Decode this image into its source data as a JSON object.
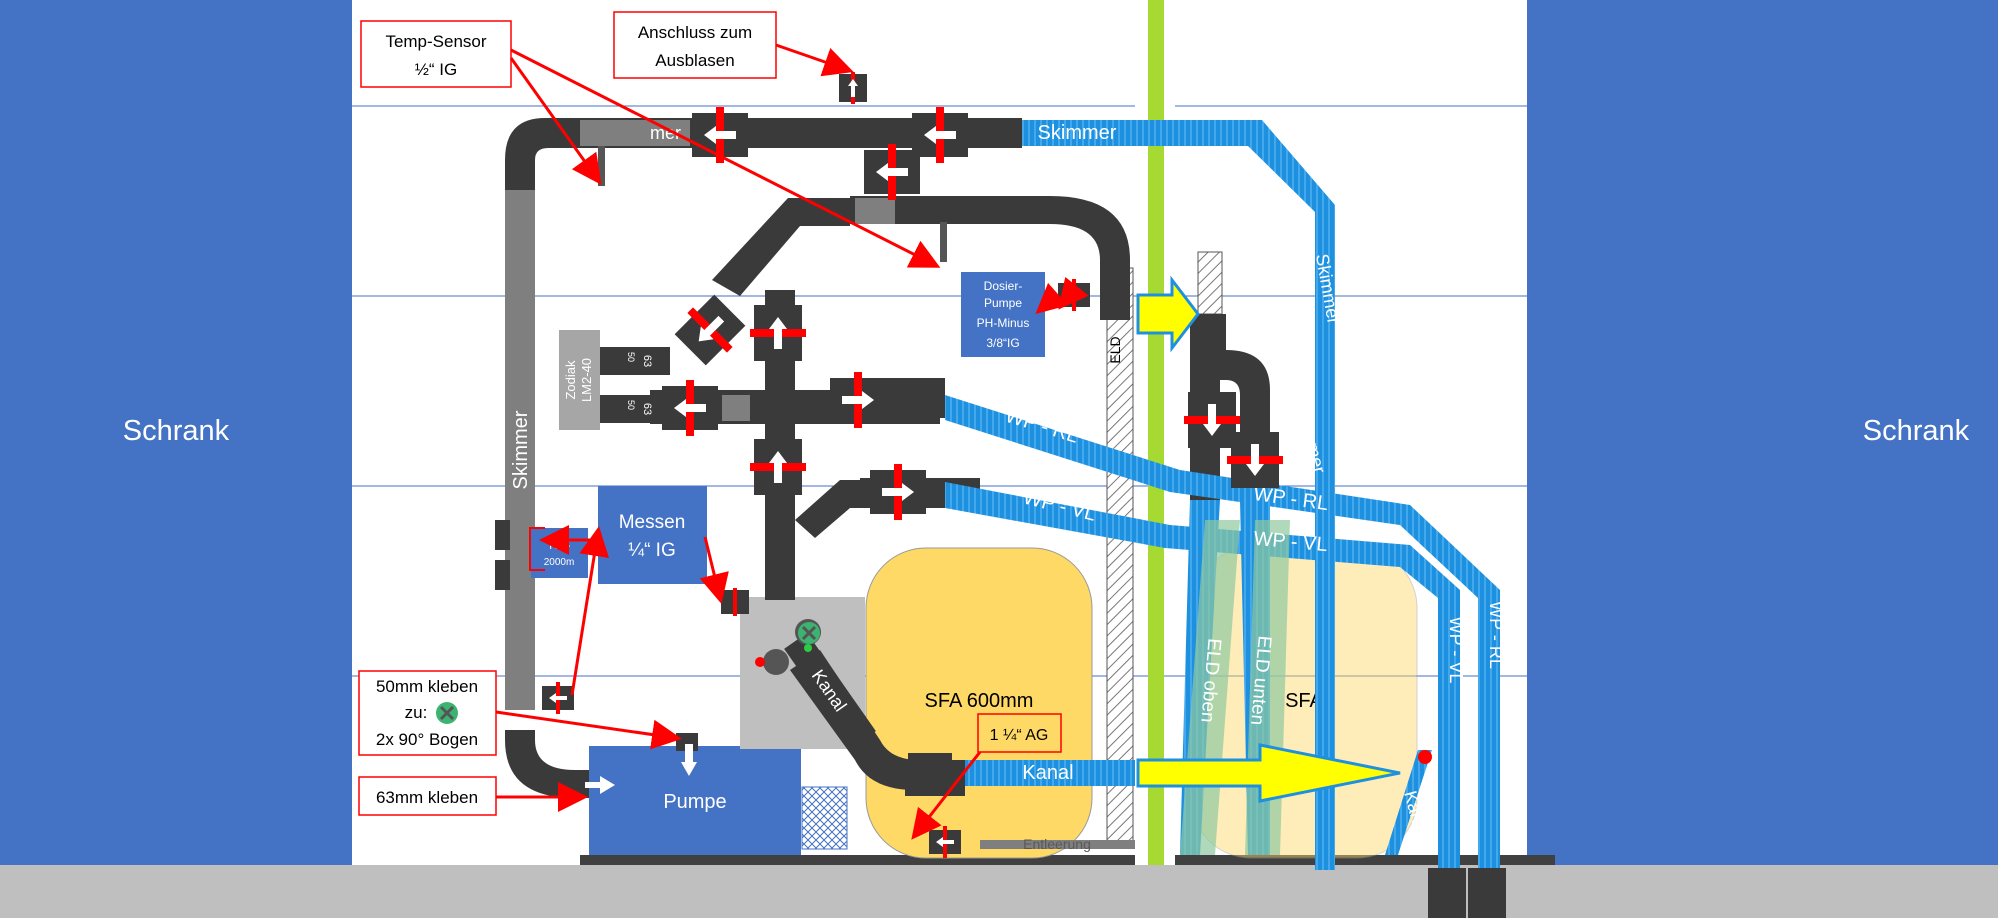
{
  "labels": {
    "schrank_left": "Schrank",
    "schrank_right": "Schrank",
    "temp_sensor_line1": "Temp-Sensor",
    "temp_sensor_line2": "½“ IG",
    "anschluss_line1": "Anschluss zum",
    "anschluss_line2": "Ausblasen",
    "dosier_line1": "Dosier-",
    "dosier_line2": "Pumpe",
    "dosier_line3": "PH-Minus",
    "dosier_line4": "3/8“IG",
    "zodiak_line1": "Zodiak",
    "zodiak_line2": "LM2-40",
    "tuf_line1": "TUF-",
    "tuf_line2": "2000m",
    "messen_line1": "Messen",
    "messen_line2": "¼“ IG",
    "kleben50_line1": "50mm kleben",
    "kleben50_line2": "zu:",
    "kleben50_line3": "2x 90° Bogen",
    "kleben63": "63mm kleben",
    "pumpe": "Pumpe",
    "sfa600": "SFA 600mm",
    "sfa": "SFA",
    "ag": "1 ¼“ AG",
    "entleerung": "Entleerung",
    "eld": "ELD",
    "skimmer_left": "Skimmer",
    "skimmer_top_gray": "mer",
    "skimmer_blue_top": "Skimmer",
    "skimmer_diag1": "Skimmer",
    "skimmer_diag2": "Skimmer",
    "wp_rl": "WP - RL",
    "wp_vl": "WP - VL",
    "wp_rl_right": "WP - RL",
    "wp_vl_right": "WP - VL",
    "wp_vl_vert": "WP - VL",
    "wp_rl_vert": "WP - RL",
    "kanal_gray": "Kanal",
    "kanal_blue": "Kanal",
    "kanal_right": "Kanal",
    "eld_oben": "ELD oben",
    "eld_unten": "ELD unten",
    "dim63a": "63",
    "dim50a": "50",
    "dim63b": "63",
    "dim50b": "50"
  },
  "colors": {
    "cabinet": "#4472C4",
    "pipe_dark": "#3A3A3A",
    "pipe_gray": "#7F7F7F",
    "hose_blue": "#1E90E0",
    "valve_red": "#FF0000",
    "sfa_yellow": "#FFD966",
    "arrow_yellow": "#FFFF00",
    "divider_green": "#A6D932",
    "floor": "#BFBFBF"
  }
}
